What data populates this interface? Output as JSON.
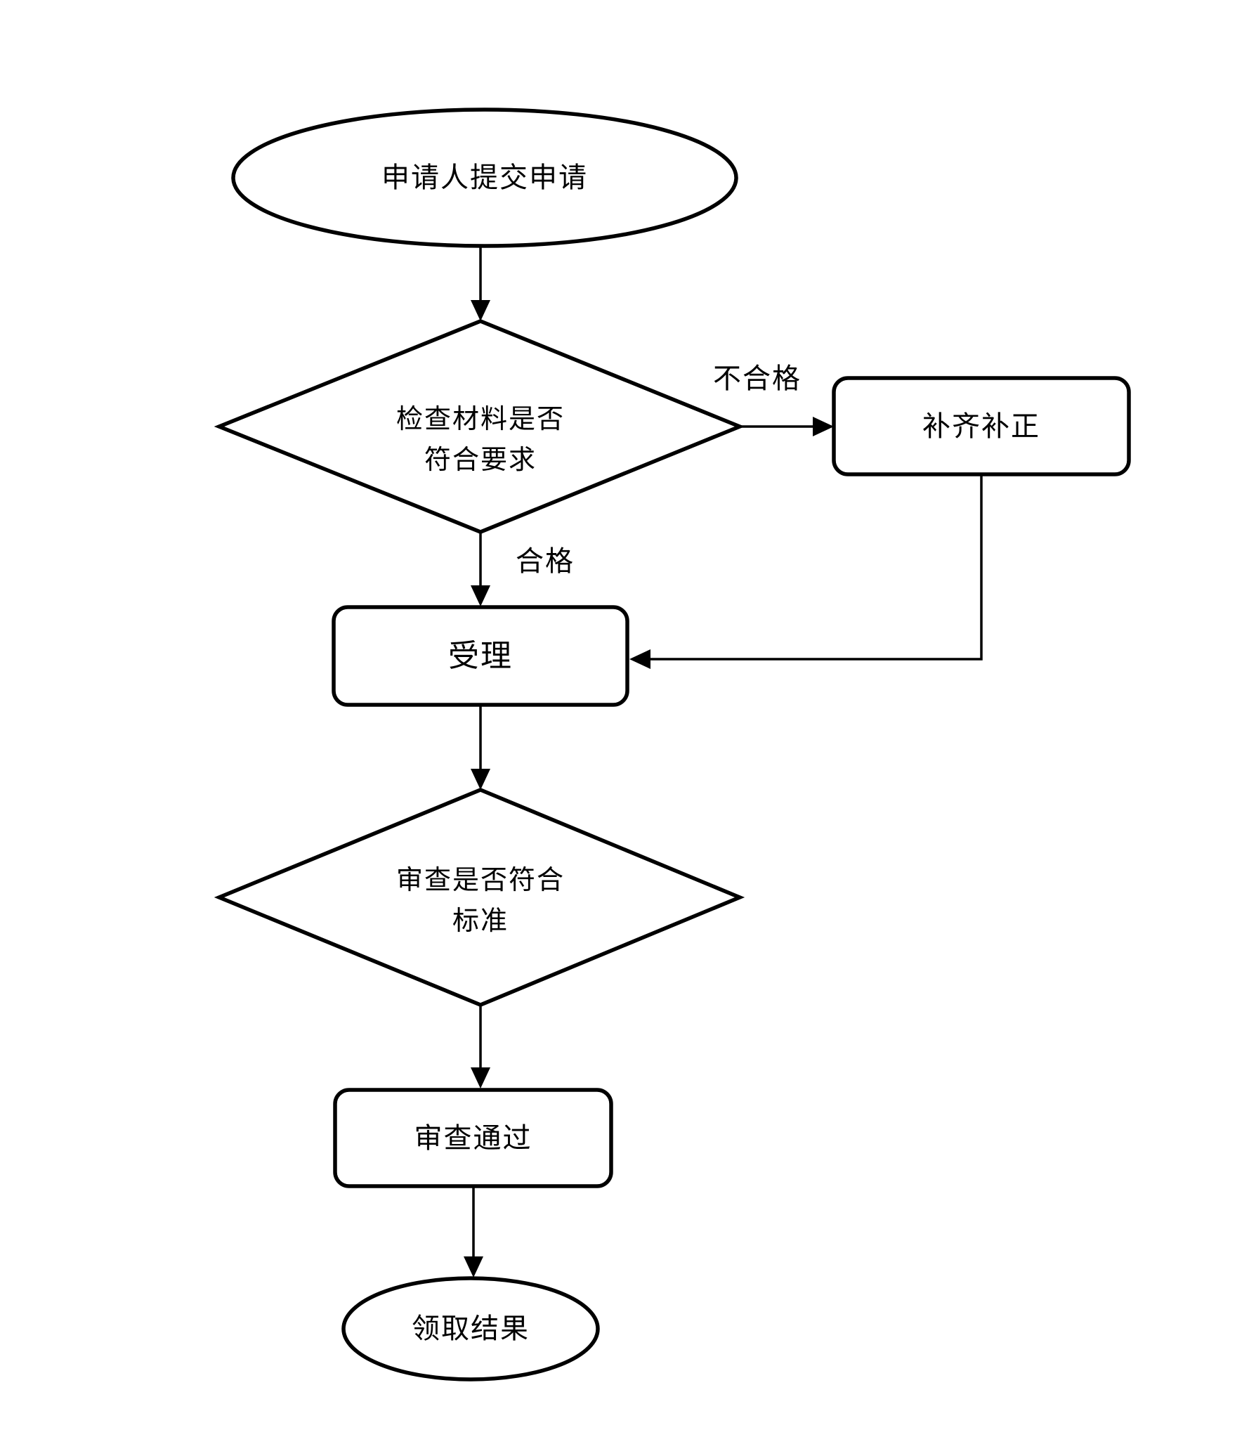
{
  "diagram": {
    "type": "flowchart",
    "colors": {
      "stroke": "#000000",
      "fill": "#ffffff",
      "background": "#ffffff"
    },
    "nodes": {
      "start": {
        "shape": "ellipse",
        "label": "申请人提交申请"
      },
      "check": {
        "shape": "diamond",
        "line1": "检查材料是否",
        "line2": "符合要求"
      },
      "supplement": {
        "shape": "rounded-rect",
        "label": "补齐补正"
      },
      "accept": {
        "shape": "rounded-rect",
        "label": "受理"
      },
      "review": {
        "shape": "diamond",
        "line1": "审查是否符合",
        "line2": "标准"
      },
      "pass": {
        "shape": "rounded-rect",
        "label": "审查通过"
      },
      "end": {
        "shape": "ellipse",
        "label": "领取结果"
      }
    },
    "edge_labels": {
      "unqualified": "不合格",
      "qualified": "合格"
    },
    "edges": [
      {
        "from": "start",
        "to": "check"
      },
      {
        "from": "check",
        "to": "supplement",
        "label": "不合格"
      },
      {
        "from": "check",
        "to": "accept",
        "label": "合格"
      },
      {
        "from": "supplement",
        "to": "accept"
      },
      {
        "from": "accept",
        "to": "review"
      },
      {
        "from": "review",
        "to": "pass"
      },
      {
        "from": "pass",
        "to": "end"
      }
    ]
  }
}
